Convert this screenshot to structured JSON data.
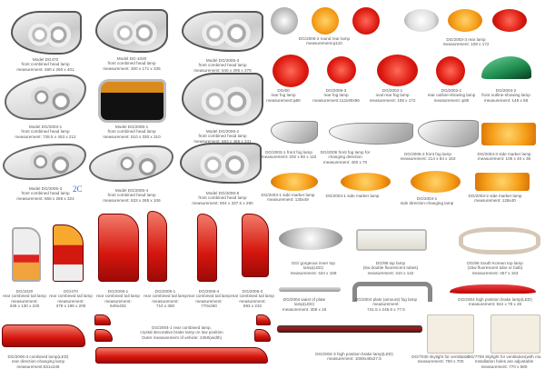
{
  "handwritten_note": "2C",
  "items": [
    {
      "caption": [
        "Model DG470",
        "front combined head lamp",
        "measurement: 480 x 260 x 401"
      ]
    },
    {
      "caption": [
        "Model DG-1020",
        "front combined head lamp",
        "measurement: 300 x 171 x 335"
      ]
    },
    {
      "caption": [
        "Model DG/2005-3",
        "front combined head lamp",
        "measurement: 546 x 295 x 279"
      ]
    },
    {
      "caption": [
        "Model DG/2003-1",
        "front combined head lamp",
        "measurement: 728.5 x 453 x 212"
      ]
    },
    {
      "caption": [
        "Model DG/2006-1",
        "front combined head lamp",
        "measurement: 510 x 330 x 310"
      ]
    },
    {
      "caption": [
        "Model DG/2006-2",
        "front combined head lamp",
        "measurement: 583 x 466 x 241"
      ]
    },
    {
      "caption": [
        "Model DG/2005-3",
        "front combined head lamp",
        "measurement: 668 x 265 x 324"
      ]
    },
    {
      "caption": [
        "Model DG/2005-4",
        "front combined head lamp",
        "measurement: 633 x 265 x 106"
      ]
    },
    {
      "caption": [
        "Model DG/2006-8",
        "front combined head lamp",
        "measurement: 604 x 337.5 x 290"
      ]
    },
    {
      "caption": [
        "DG/2006-2 round rear lamp",
        "measurement:φ110"
      ]
    },
    {
      "caption": [
        "DG/2003-3 rear lamp",
        "measurement: 108 x 172"
      ]
    },
    {
      "caption": [
        "DG/60",
        "rear fog lamp",
        "measurement:φ80"
      ]
    },
    {
      "caption": [
        "DG/2006-3",
        "rear fog lamp",
        "measurement:112x90x96"
      ]
    },
    {
      "caption": [
        "DG/2002-1",
        "oval rear fog lamp",
        "measurement: 108 x 172"
      ]
    },
    {
      "caption": [
        "DG/2002-1",
        "rear outline-showing lamp",
        "measurement: φ80"
      ]
    },
    {
      "caption": [
        "DG/2004-2",
        "front outline-showing lamp",
        "measurement: 148 x 68"
      ]
    },
    {
      "caption": [
        "DG/2003-1 front fog lamp",
        "measurement: 202 x 80 x 110"
      ]
    },
    {
      "caption": [
        "DG/2006 front fog lamp for",
        "changing direction",
        "measurement: 400 x 70"
      ]
    },
    {
      "caption": [
        "DG/2006-2 front fog lamp",
        "measurement: 214 x 84 x 163"
      ]
    },
    {
      "caption": [
        "DG/2004-3 side marker lamp",
        "measurement: 106 x 40 x 35"
      ]
    },
    {
      "caption": [
        "DG/2003-1 side marker lamp",
        "measurement: 130x49"
      ]
    },
    {
      "caption": [
        "DG/2004-1 side marker lamp"
      ]
    },
    {
      "caption": [
        "DG/2004-1",
        "side direction-changing lamp"
      ]
    },
    {
      "caption": [
        "DG/2003-2 side marker lamp",
        "measurement: 128x40"
      ]
    },
    {
      "caption": [
        "DG/1020",
        "rear combined tail lamp",
        "measurement:",
        "349 x 130 x 220"
      ]
    },
    {
      "caption": [
        "DG/470",
        "rear combined tail lamp",
        "measurement:",
        "378 x 196 x 200"
      ]
    },
    {
      "caption": [
        "DG/2006-1",
        "rear combined tail lamp",
        "measurement:",
        "649x402"
      ]
    },
    {
      "caption": [
        "DG/2005-1",
        "rear combined tail lamp",
        "measurement:",
        "710 x 360"
      ]
    },
    {
      "caption": [
        "DG/2005-4",
        "rear combined tail lamp",
        "measurement:",
        "770x260"
      ]
    },
    {
      "caption": [
        "DG/2006-3",
        "rear combined tail lamp",
        "measurement:",
        "593 x 232"
      ]
    },
    {
      "caption": [
        "DG/2006-3 combined lamp(LED)",
        "rear direction-changing lamp",
        "measurement:631x246"
      ]
    },
    {
      "caption": [
        "DG/2004-1 rear combined lamp,",
        "crystal decorative brake lamp on low position",
        "Outer measurement of vehicle: 2450(width)"
      ]
    },
    {
      "caption": [
        "DG/ gorgeous inner top",
        "lamp(LED)",
        "measurement: 434 x 168"
      ]
    },
    {
      "caption": [
        "DG/98 top lamp",
        "(6w double fluorescent tubes)",
        "measurement: 410 x 142"
      ]
    },
    {
      "caption": [
        "DG/98 South Korean top lamp",
        "(15w fluorescent tube or bulb)",
        "measurement: 457 x 163"
      ]
    },
    {
      "caption": [
        "DG/2004 waist of plate",
        "lamp(LED)",
        "measurement: 308 x 18"
      ]
    },
    {
      "caption": [
        "DG/2004 plate (amount) fog lamp",
        "measurement:",
        "741.5 x 245.6 x 77.6"
      ]
    },
    {
      "caption": [
        "DG/2004 high position brake lamp(LED)",
        "measurement: 944 x 78 x 26"
      ]
    },
    {
      "caption": [
        "DG/2004-3 high position brake lamp(LED)",
        "measurement: 1060x48x27.5"
      ]
    },
    {
      "caption": [
        "DG/7030 skylight for ventilation",
        "measurement: 700 x 700"
      ]
    },
    {
      "caption": [
        "DG/7708 skylight for ventilation(with ma",
        "Installation holes are adjustable",
        "measurement: 770 x 580"
      ]
    }
  ]
}
